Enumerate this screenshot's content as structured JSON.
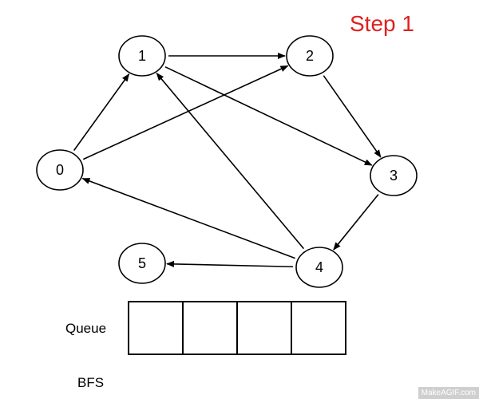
{
  "step_title": "Step 1",
  "queue_label": "Queue",
  "bfs_label": "BFS",
  "bfs_output": "",
  "queue_cells": [
    "",
    "",
    "",
    ""
  ],
  "watermark": "MakeAGIF.com",
  "graph": {
    "nodes": [
      {
        "id": "0",
        "label": "0"
      },
      {
        "id": "1",
        "label": "1"
      },
      {
        "id": "2",
        "label": "2"
      },
      {
        "id": "3",
        "label": "3"
      },
      {
        "id": "4",
        "label": "4"
      },
      {
        "id": "5",
        "label": "5"
      }
    ],
    "edges": [
      {
        "from": "0",
        "to": "1"
      },
      {
        "from": "0",
        "to": "2"
      },
      {
        "from": "1",
        "to": "2"
      },
      {
        "from": "1",
        "to": "3"
      },
      {
        "from": "2",
        "to": "3"
      },
      {
        "from": "3",
        "to": "4"
      },
      {
        "from": "4",
        "to": "0"
      },
      {
        "from": "4",
        "to": "1"
      },
      {
        "from": "4",
        "to": "5"
      }
    ]
  },
  "colors": {
    "title": "#e02020",
    "stroke": "#000000",
    "background": "#ffffff",
    "watermark_bg": "#cfcfcf"
  }
}
